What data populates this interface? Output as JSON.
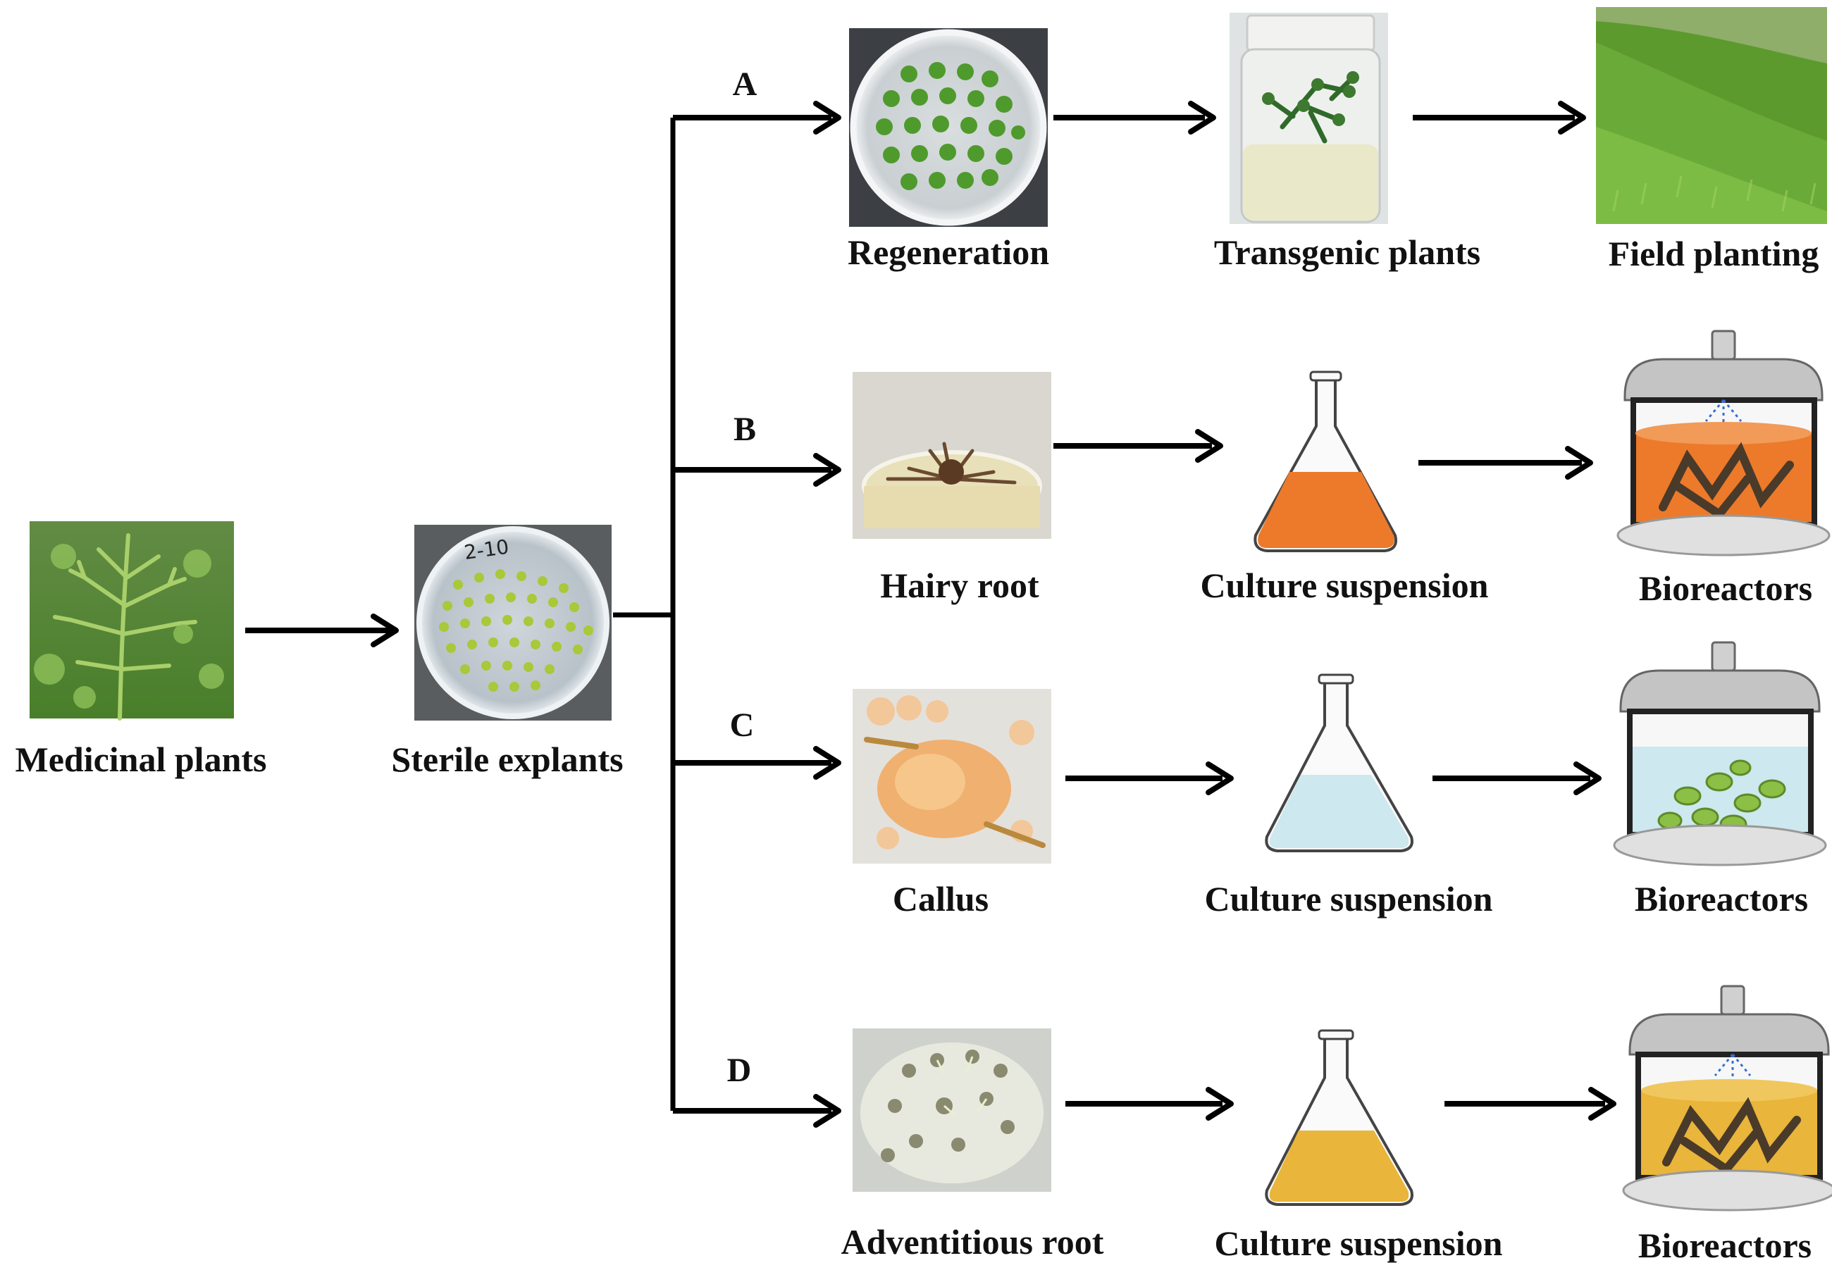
{
  "colors": {
    "plant_green": "#5b8a34",
    "dish_plantlet": "#4f9a2c",
    "explant_green": "#a9c83a",
    "orange_medium": "#ec7a2a",
    "light_blue_medium": "#cde8ee",
    "yellow_medium": "#e9b53a",
    "root_brown": "#4a3a2a",
    "callus_orange": "#f0b070",
    "reactor_gray": "#b9b9b9"
  },
  "nodes": {
    "medicinal_plants": "Medicinal plants",
    "sterile_explants": "Sterile explants"
  },
  "branches": [
    {
      "letter": "A",
      "steps": [
        "Regeneration",
        "Transgenic plants",
        "Field planting"
      ]
    },
    {
      "letter": "B",
      "steps": [
        "Hairy root",
        "Culture suspension",
        "Bioreactors"
      ]
    },
    {
      "letter": "C",
      "steps": [
        "Callus",
        "Culture suspension",
        "Bioreactors"
      ]
    },
    {
      "letter": "D",
      "steps": [
        "Adventitious root",
        "Culture suspension",
        "Bioreactors"
      ]
    }
  ],
  "icons": {
    "medicinal_plants": "plant-photo-icon",
    "sterile_explants": "petri-dish-explants-icon",
    "regeneration": "petri-dish-plantlets-icon",
    "transgenic": "culture-jar-icon",
    "field": "field-photo-icon",
    "hairy_root": "hairy-root-dish-icon",
    "callus": "callus-photo-icon",
    "adventitious_root": "adventitious-root-dish-icon",
    "flask": "erlenmeyer-flask-icon",
    "bioreactor": "bioreactor-icon"
  }
}
